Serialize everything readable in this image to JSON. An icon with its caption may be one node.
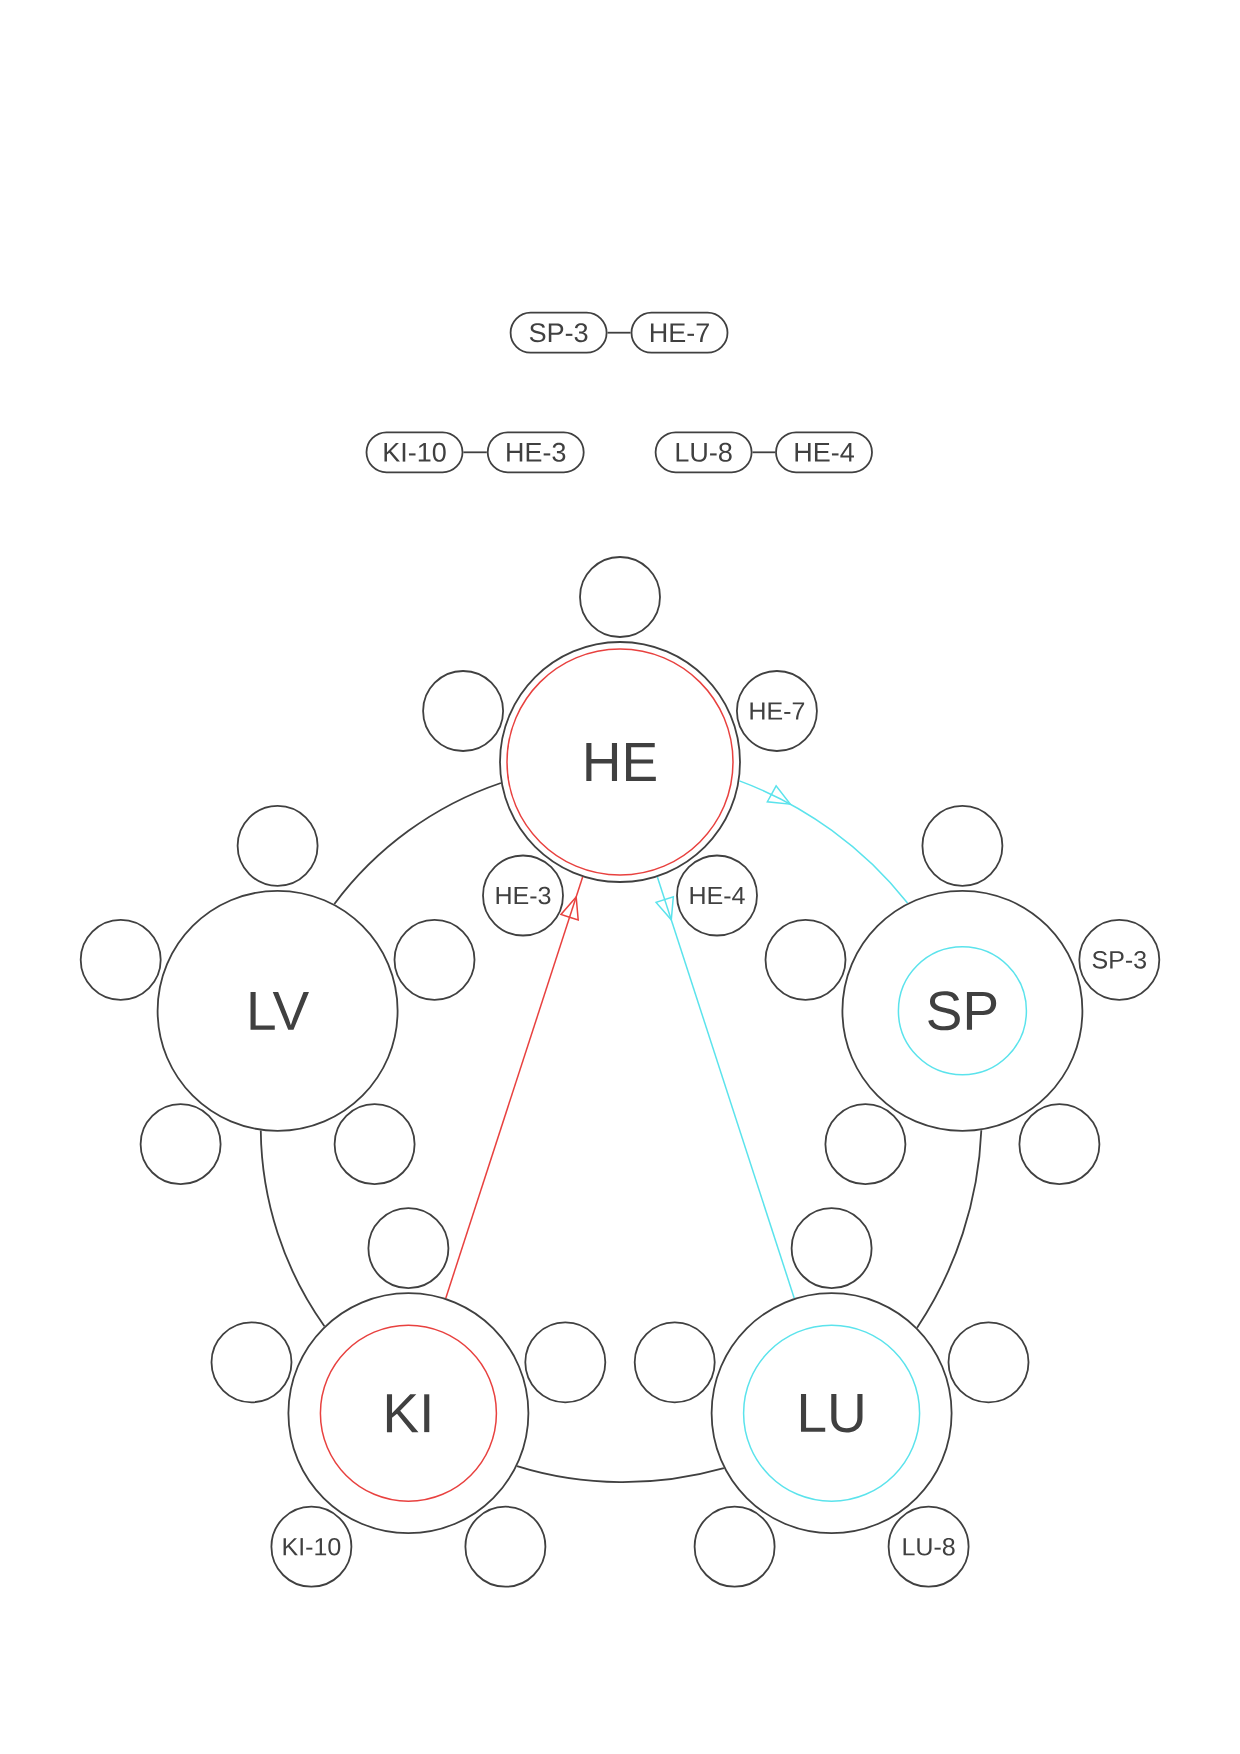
{
  "diagram": {
    "nodes": [
      {
        "text": [
          "SP-3"
        ]
      },
      {
        "text": [
          "HE-7"
        ]
      },
      {
        "text": [
          "KI-10"
        ]
      },
      {
        "text": [
          "HE-3"
        ]
      },
      {
        "text": [
          "LU-8"
        ]
      },
      {
        "text": [
          "HE-4"
        ]
      },
      {
        "text": [
          "HE"
        ]
      },
      {
        "text": [],
        "shape": "circle"
      },
      {
        "text": [],
        "shape": "circle"
      },
      {
        "text": [
          "HE-7"
        ]
      },
      {
        "text": [
          "HE-3"
        ]
      },
      {
        "text": [
          "HE-4"
        ]
      },
      {
        "text": [
          "LV"
        ]
      },
      {
        "text": [],
        "shape": "circle"
      },
      {
        "text": [],
        "shape": "circle"
      },
      {
        "text": [],
        "shape": "circle"
      },
      {
        "text": [],
        "shape": "circle"
      },
      {
        "text": [],
        "shape": "circle"
      },
      {
        "text": [
          "SP"
        ]
      },
      {
        "text": [],
        "shape": "circle"
      },
      {
        "text": [],
        "shape": "circle"
      },
      {
        "text": [
          "SP-3"
        ]
      },
      {
        "text": [],
        "shape": "circle"
      },
      {
        "text": [],
        "shape": "circle"
      },
      {
        "text": [
          "KI"
        ]
      },
      {
        "text": [],
        "shape": "circle"
      },
      {
        "text": [],
        "shape": "circle"
      },
      {
        "text": [],
        "shape": "circle"
      },
      {
        "text": [
          "KI-10"
        ]
      },
      {
        "text": [],
        "shape": "circle"
      },
      {
        "text": [
          "LU"
        ]
      },
      {
        "text": [],
        "shape": "circle"
      },
      {
        "text": [],
        "shape": "circle"
      },
      {
        "text": [],
        "shape": "circle"
      },
      {
        "text": [],
        "shape": "circle"
      },
      {
        "text": [
          "LU-8"
        ]
      }
    ],
    "edges": [
      {
        "from": 0,
        "to": 1,
        "arrow": "none"
      },
      {
        "from": 2,
        "to": 3,
        "arrow": "none"
      },
      {
        "from": 4,
        "to": 5,
        "arrow": "none"
      },
      {
        "from": 6,
        "to": 12,
        "arrow": "none"
      },
      {
        "from": 12,
        "to": 24,
        "arrow": "none"
      },
      {
        "from": 24,
        "to": 30,
        "arrow": "none"
      },
      {
        "from": 30,
        "to": 18,
        "arrow": "none"
      },
      {
        "from": 6,
        "to": 18,
        "arrow": "to",
        "color": "#5be3ec"
      },
      {
        "from": 24,
        "to": 6,
        "arrow": "to",
        "color": "#e8413f"
      },
      {
        "from": 6,
        "to": 30,
        "arrow": "to",
        "color": "#5be3ec"
      }
    ]
  }
}
